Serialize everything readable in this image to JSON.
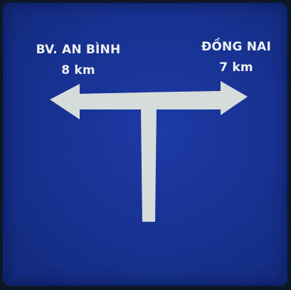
{
  "sign": {
    "left": {
      "place": "BV. AN BÌNH",
      "distance": "8 km"
    },
    "right": {
      "place": "ĐỒNG NAI",
      "distance": "7 km"
    },
    "background_color": "#16318f",
    "symbol_color": "#d8dddb"
  }
}
